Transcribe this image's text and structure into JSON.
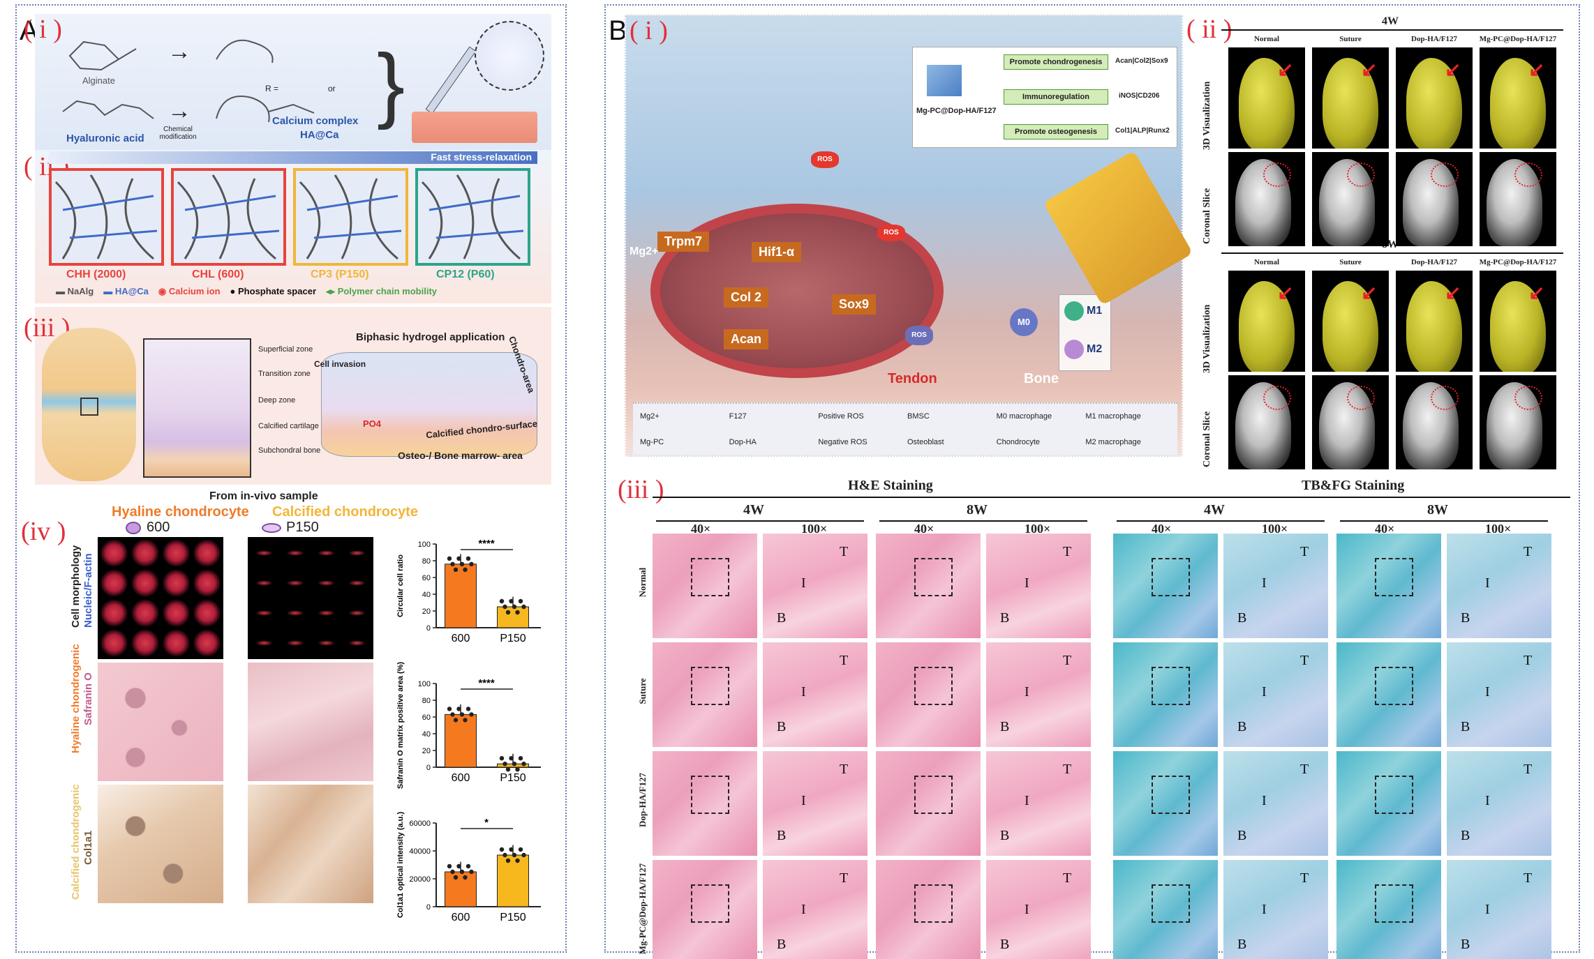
{
  "panelA": {
    "letter": "A",
    "i": {
      "label": "( i )",
      "alginate": "Alginate",
      "hyaluronic": "Hyaluronic acid",
      "chem_mod": "Chemical modification",
      "calcium_complex": "Calcium complex",
      "haca": "HA@Ca",
      "r_eq": "R =",
      "or": "or"
    },
    "ii": {
      "label": "( ii )",
      "fast": "Fast stress-relaxation",
      "groups": [
        {
          "name": "CHH (2000)",
          "color": "#e8433d"
        },
        {
          "name": "CHL (600)",
          "color": "#e8433d"
        },
        {
          "name": "CP3 (P150)",
          "color": "#f1b53a"
        },
        {
          "name": "CP12 (P60)",
          "color": "#2aa58a"
        }
      ],
      "legend": [
        "NaAlg",
        "HA@Ca",
        "Calcium ion",
        "Phosphate spacer",
        "Polymer chain mobility"
      ]
    },
    "iii": {
      "label": "(iii )",
      "title": "Biphasic hydrogel application",
      "zones": [
        "Superficial zone",
        "Transition zone",
        "Deep zone",
        "Calcified cartilage",
        "Subchondral bone"
      ],
      "cell_invasion": "Cell invasion",
      "chondro": "Chondro-area",
      "calcified": "Calcified chondro-surface",
      "osteo": "Osteo-/ Bone marrow- area",
      "po4": "PO4"
    },
    "iv": {
      "label": "(iv )",
      "from": "From in-vivo sample",
      "hyaline": "Hyaline chondrocyte",
      "calcified": "Calcified chondrocyte",
      "g1": "600",
      "g2": "P150",
      "row1": "Cell morphology",
      "row1b": "Nucleic/F-actin",
      "row2": "Hyaline chondrogenic",
      "row2b": "Safranin O",
      "row3": "Calcified chondrogenic",
      "row3b": "Col1a1"
    },
    "charts": [
      {
        "ylabel": "Circular cell ratio",
        "yticks": [
          "0",
          "20",
          "40",
          "60",
          "80",
          "100"
        ],
        "ymax": 100,
        "values": [
          76,
          25
        ],
        "cats": [
          "600",
          "P150"
        ],
        "sig": "****",
        "colors": [
          "#f57a1f",
          "#f7b71e"
        ]
      },
      {
        "ylabel": "Safranin O matrix positive area (%)",
        "yticks": [
          "0",
          "20",
          "40",
          "60",
          "80",
          "100"
        ],
        "ymax": 100,
        "values": [
          63,
          4
        ],
        "cats": [
          "600",
          "P150"
        ],
        "sig": "****",
        "colors": [
          "#f57a1f",
          "#f7b71e"
        ]
      },
      {
        "ylabel": "Col1a1 optical intensity (a.u.)",
        "yticks": [
          "0",
          "20000",
          "40000",
          "60000"
        ],
        "ymax": 60000,
        "values": [
          25000,
          37000
        ],
        "cats": [
          "600",
          "P150"
        ],
        "sig": "*",
        "colors": [
          "#f57a1f",
          "#f7b71e"
        ]
      }
    ]
  },
  "panelB": {
    "letter": "B",
    "i": {
      "label": "( i )",
      "box_title": "Mg-PC@Dop-HA/F127",
      "pathways": [
        "Promote chondrogenesis",
        "Immunoregulation",
        "Promote osteogenesis"
      ],
      "markers": [
        "Acan|Col2|Sox9",
        "iNOS|CD206",
        "Col1|ALP|Runx2"
      ],
      "cell": [
        "Trpm7",
        "Hif1-α",
        "Col 2",
        "Sox9",
        "Acan"
      ],
      "mg": "Mg2+",
      "ros": "ROS",
      "macro": [
        "M0",
        "M1",
        "M2"
      ],
      "tendon": "Tendon",
      "bone": "Bone",
      "legend": [
        "Mg2+",
        "F127",
        "Positive ROS",
        "BMSC",
        "M0 macrophage",
        "M1 macrophage",
        "Mg-PC",
        "Dop-HA",
        "Negative ROS",
        "Osteoblast",
        "Chondrocyte",
        "M2 macrophage"
      ]
    },
    "ii": {
      "label": "( ii )",
      "t1": "4W",
      "t2": "8W",
      "cols": [
        "Normal",
        "Suture",
        "Dop-HA/F127",
        "Mg-PC@Dop-HA/F127"
      ],
      "row1": "3D Visualization",
      "row2": "Coronal Slice"
    },
    "iii": {
      "label": "(iii )",
      "he": "H&E Staining",
      "tb": "TB&FG Staining",
      "weeks": [
        "4W",
        "8W",
        "4W",
        "8W"
      ],
      "mag": [
        "40×",
        "100×"
      ],
      "rows": [
        "Normal",
        "Suture",
        "Dop-HA/F127",
        "Mg-PC@Dop-HA/F127"
      ],
      "tile": [
        "T",
        "I",
        "B"
      ]
    }
  },
  "colors": {
    "frame": "#6d7fb3",
    "roman": "#e0303a",
    "orange": "#f57a1f",
    "yellow": "#f7b71e"
  }
}
